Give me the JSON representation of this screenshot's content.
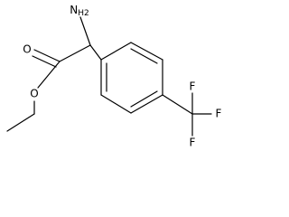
{
  "molecule": {
    "atoms": {
      "amino": {
        "symbol": "N",
        "subscript": "H2",
        "display": "NH2"
      },
      "carbonyl_oxygen": {
        "symbol": "O"
      },
      "ester_oxygen": {
        "symbol": "O"
      },
      "fluorine_top": {
        "symbol": "F"
      },
      "fluorine_right": {
        "symbol": "F"
      },
      "fluorine_bottom": {
        "symbol": "F"
      }
    }
  }
}
